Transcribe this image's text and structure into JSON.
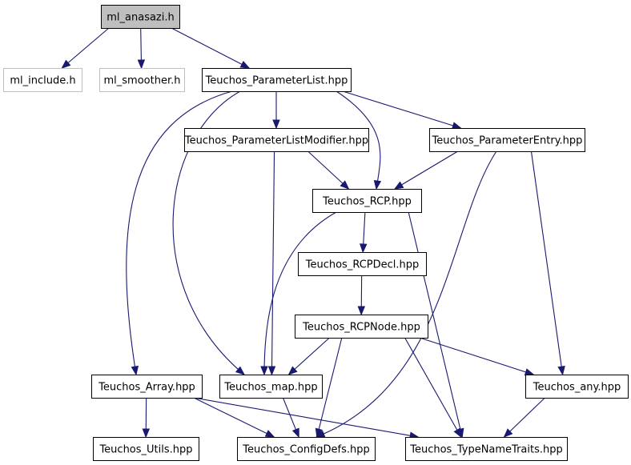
{
  "graph": {
    "edge_color": "#191970",
    "nodes": {
      "ml_anasazi": {
        "label": "ml_anasazi.h",
        "kind": "root"
      },
      "ml_include": {
        "label": "ml_include.h",
        "kind": "missing"
      },
      "ml_smoother": {
        "label": "ml_smoother.h",
        "kind": "missing"
      },
      "paramlist": {
        "label": "Teuchos_ParameterList.hpp",
        "kind": "normal"
      },
      "plmodifier": {
        "label": "Teuchos_ParameterListModifier.hpp",
        "kind": "normal"
      },
      "pentry": {
        "label": "Teuchos_ParameterEntry.hpp",
        "kind": "normal"
      },
      "rcp": {
        "label": "Teuchos_RCP.hpp",
        "kind": "normal"
      },
      "rcpdecl": {
        "label": "Teuchos_RCPDecl.hpp",
        "kind": "normal"
      },
      "rcpnode": {
        "label": "Teuchos_RCPNode.hpp",
        "kind": "normal"
      },
      "array": {
        "label": "Teuchos_Array.hpp",
        "kind": "normal"
      },
      "map": {
        "label": "Teuchos_map.hpp",
        "kind": "normal"
      },
      "any": {
        "label": "Teuchos_any.hpp",
        "kind": "normal"
      },
      "utils": {
        "label": "Teuchos_Utils.hpp",
        "kind": "normal"
      },
      "configdefs": {
        "label": "Teuchos_ConfigDefs.hpp",
        "kind": "normal"
      },
      "typenametraits": {
        "label": "Teuchos_TypeNameTraits.hpp",
        "kind": "normal"
      }
    },
    "edges": [
      [
        "ml_anasazi",
        "ml_include"
      ],
      [
        "ml_anasazi",
        "ml_smoother"
      ],
      [
        "ml_anasazi",
        "paramlist"
      ],
      [
        "paramlist",
        "plmodifier"
      ],
      [
        "paramlist",
        "pentry"
      ],
      [
        "paramlist",
        "rcp"
      ],
      [
        "paramlist",
        "array"
      ],
      [
        "paramlist",
        "map"
      ],
      [
        "plmodifier",
        "rcp"
      ],
      [
        "plmodifier",
        "map"
      ],
      [
        "pentry",
        "rcp"
      ],
      [
        "pentry",
        "configdefs"
      ],
      [
        "pentry",
        "any"
      ],
      [
        "rcp",
        "rcpdecl"
      ],
      [
        "rcp",
        "map"
      ],
      [
        "rcp",
        "typenametraits"
      ],
      [
        "rcpdecl",
        "rcpnode"
      ],
      [
        "rcpnode",
        "map"
      ],
      [
        "rcpnode",
        "configdefs"
      ],
      [
        "rcpnode",
        "typenametraits"
      ],
      [
        "rcpnode",
        "any"
      ],
      [
        "array",
        "utils"
      ],
      [
        "array",
        "configdefs"
      ],
      [
        "array",
        "typenametraits"
      ],
      [
        "map",
        "configdefs"
      ],
      [
        "any",
        "typenametraits"
      ]
    ]
  }
}
